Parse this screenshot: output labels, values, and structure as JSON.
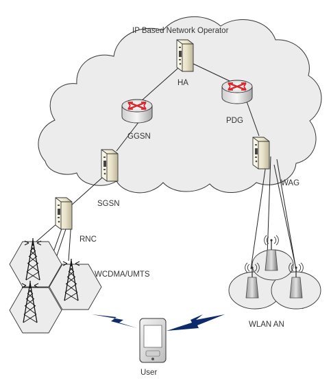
{
  "cloud_label": "IP Based Network Operator",
  "nodes": {
    "ha": "HA",
    "ggsn": "GGSN",
    "pdg": "PDG",
    "sgsn": "SGSN",
    "wag": "WAG",
    "rnc": "RNC"
  },
  "access_networks": {
    "cellular": "WCDMA/UMTS",
    "wlan": "WLAN AN"
  },
  "user_label": "User",
  "icons": [
    "server-icon",
    "router-icon",
    "cell-tower-icon",
    "wifi-access-point-icon",
    "lightning-link-icon",
    "mobile-device-icon"
  ],
  "colors": {
    "cloud_fill": "#ececec",
    "cloud_stroke": "#333333",
    "router_arrow": "#d9262b",
    "hex_fill": "#ececec",
    "link": "#0d2b6b"
  }
}
